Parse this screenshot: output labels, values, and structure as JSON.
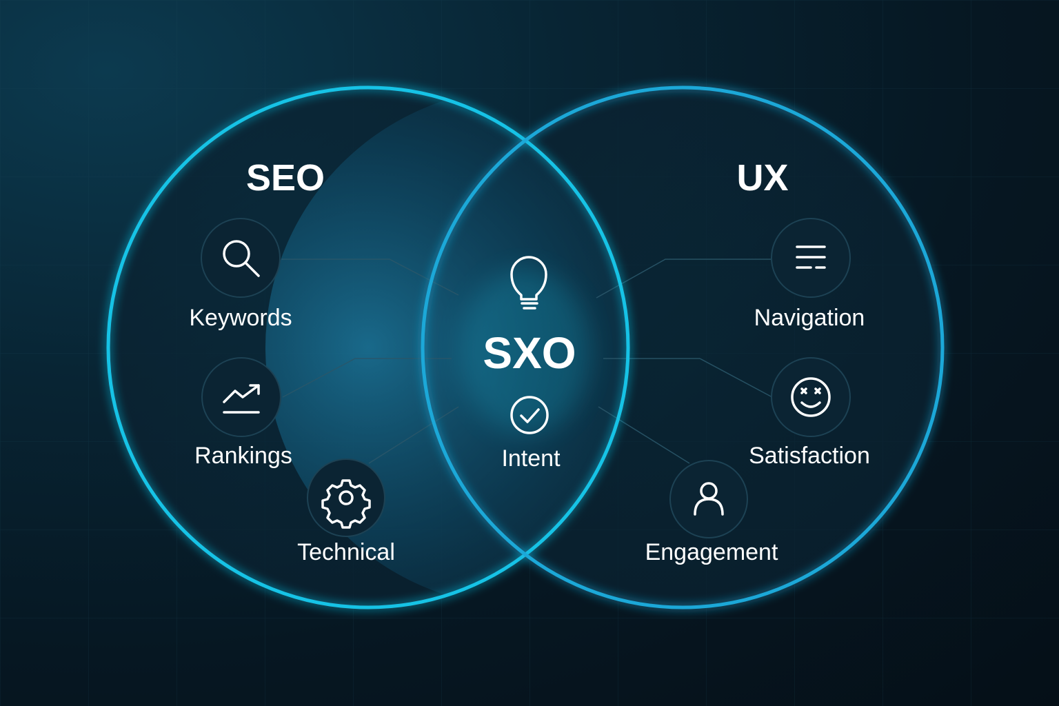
{
  "diagram": {
    "left_circle": {
      "title": "SEO"
    },
    "right_circle": {
      "title": "UX"
    },
    "overlap": {
      "title": "SXO"
    },
    "items": {
      "keywords": {
        "label": "Keywords",
        "icon": "search-icon"
      },
      "rankings": {
        "label": "Rankings",
        "icon": "trend-up-icon"
      },
      "technical": {
        "label": "Technical",
        "icon": "gear-icon"
      },
      "navigation": {
        "label": "Navigation",
        "icon": "menu-lines-icon"
      },
      "satisfaction": {
        "label": "Satisfaction",
        "icon": "smile-icon"
      },
      "engagement": {
        "label": "Engagement",
        "icon": "user-icon"
      },
      "intent": {
        "label": "Intent",
        "icon": "check-circle-icon"
      },
      "idea": {
        "icon": "lightbulb-icon"
      }
    }
  },
  "colors": {
    "background": "#061722",
    "circle_stroke": "#19c3e6",
    "glow": "#1fd2f5",
    "text": "#ffffff"
  }
}
